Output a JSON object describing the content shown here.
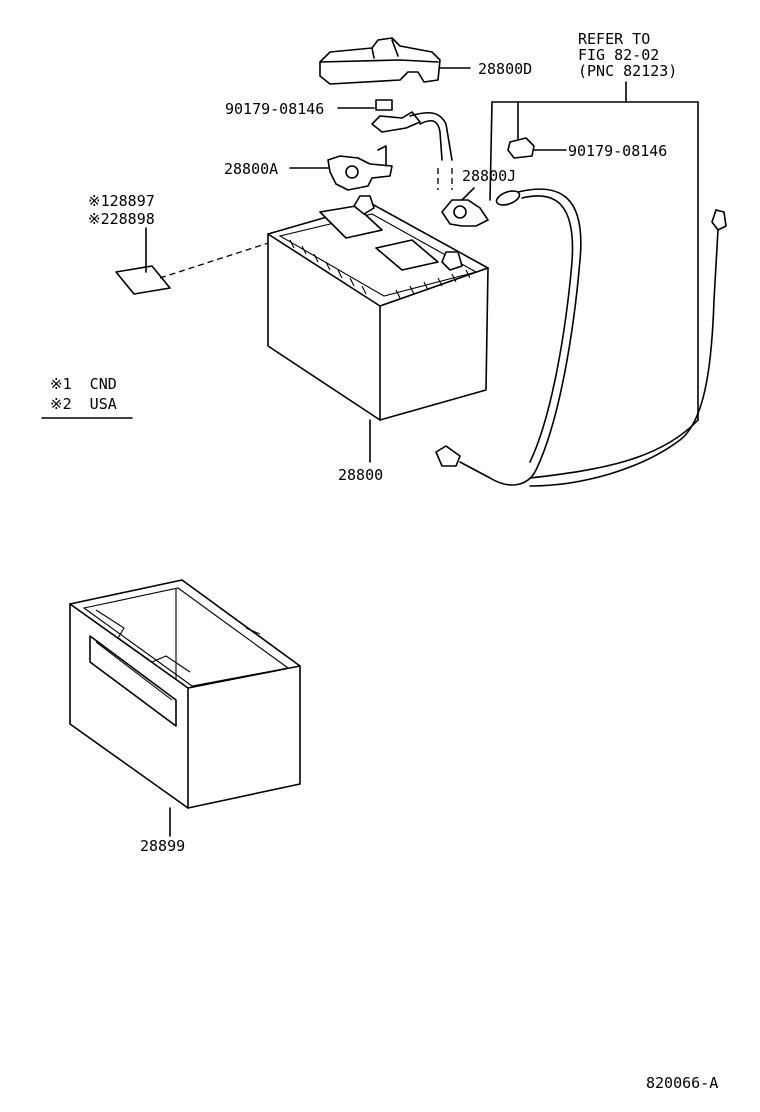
{
  "parts": {
    "terminal_cover": "28800D",
    "nut_top": "90179-08146",
    "positive_terminal": "28800A",
    "negative_terminal": "28800J",
    "nut_right": "90179-08146",
    "label_line1": "※128897",
    "label_line2": "※228898",
    "battery": "28800",
    "battery_tray": "28899"
  },
  "reference": {
    "line1": "REFER TO",
    "line2": "FIG 82-02",
    "line3": "(PNC 82123)"
  },
  "legend": {
    "line1": "※1  CND",
    "line2": "※2  USA"
  },
  "figure_id": "820066-A"
}
